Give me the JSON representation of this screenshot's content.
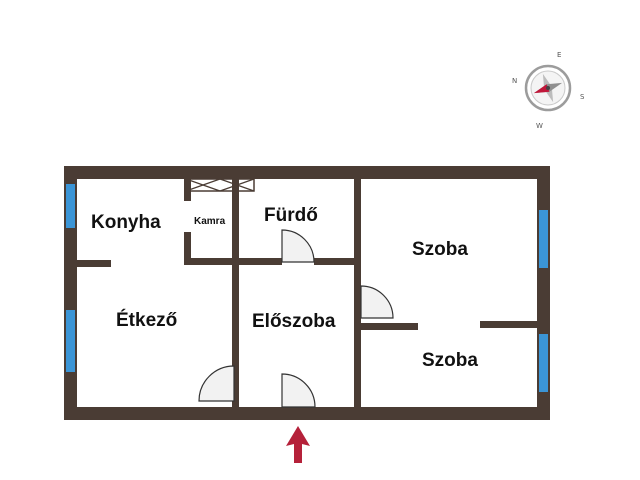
{
  "colors": {
    "wall": "#4a3c34",
    "window": "#3b95d6",
    "door_fill": "#f2f2f2",
    "door_line": "#333333",
    "entrance_arrow": "#b5213a",
    "compass_needle": "#c1173a",
    "compass_ring": "#9c9c9c"
  },
  "rooms": {
    "konyha": "Konyha",
    "kamra": "Kamra",
    "furdo": "Fürdő",
    "szoba_upper": "Szoba",
    "etkezo": "Étkező",
    "eloszoba": "Előszoba",
    "szoba_lower": "Szoba"
  },
  "compass": {
    "north": "N",
    "east": "E",
    "south": "S",
    "west": "W"
  },
  "icons": {
    "compass": "compass-icon",
    "entrance": "entrance-arrow-icon",
    "door": "door-icon",
    "window": "window-icon"
  }
}
